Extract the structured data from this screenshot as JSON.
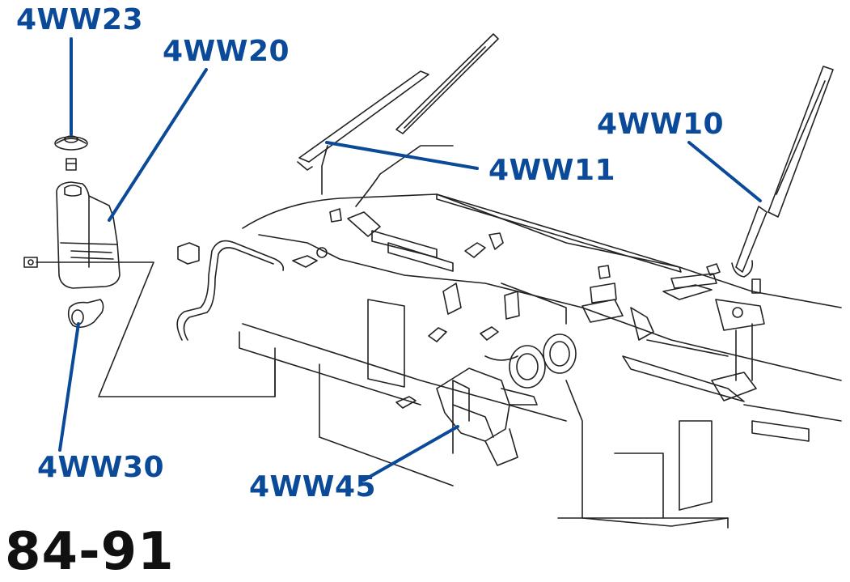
{
  "callouts": {
    "w23": "4WW23",
    "w20": "4WW20",
    "w11": "4WW11",
    "w10": "4WW10",
    "w30": "4WW30",
    "w45": "4WW45"
  },
  "years": "84-91",
  "colors": {
    "callout": "#0b4a99",
    "ink": "#111111"
  }
}
